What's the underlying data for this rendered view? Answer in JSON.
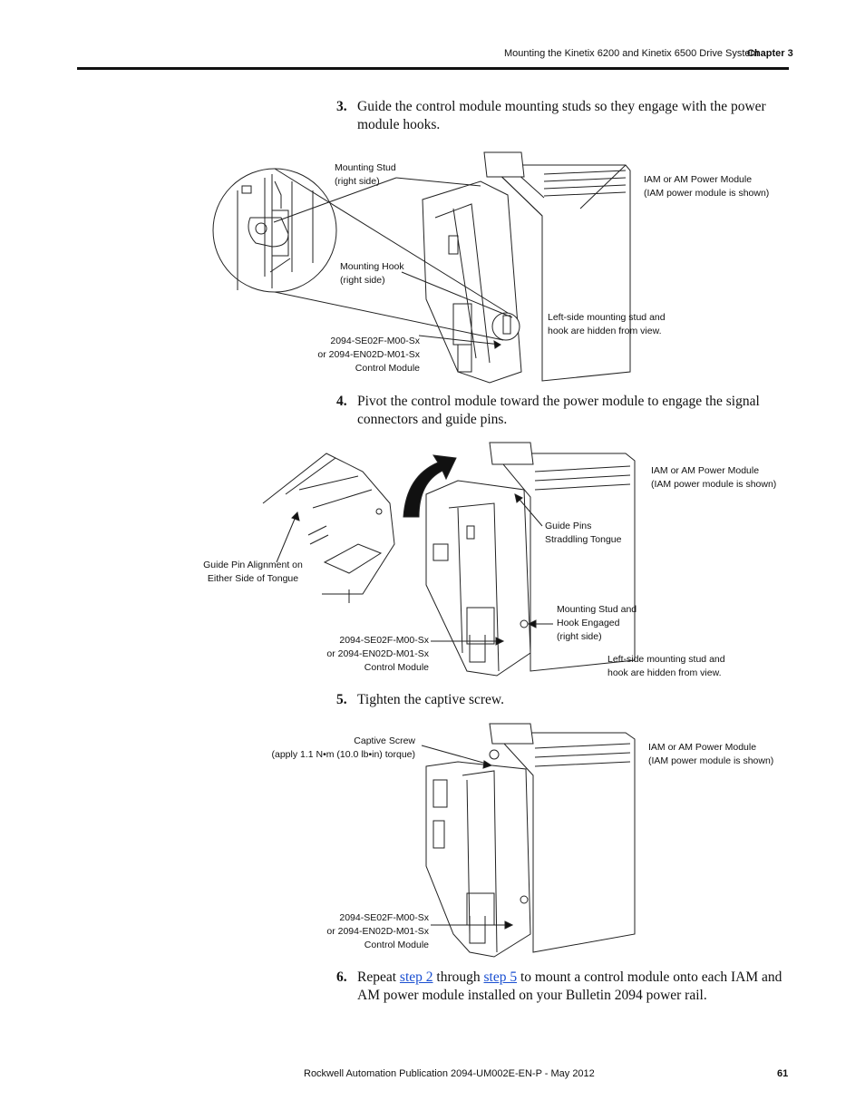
{
  "header": {
    "title": "Mounting the Kinetix 6200 and Kinetix 6500 Drive System",
    "chapter": "Chapter 3"
  },
  "step3": {
    "num": "3.",
    "text": "Guide the control module mounting studs so they engage with the power module hooks."
  },
  "fig1": {
    "stud_line1": "Mounting Stud",
    "stud_line2": "(right side)",
    "hook_line1": "Mounting Hook",
    "hook_line2": "(right side)",
    "power_line1": "IAM or AM Power Module",
    "power_line2": "(IAM power module is shown)",
    "hidden_line1": "Left-side mounting stud and",
    "hidden_line2": "hook are hidden from view.",
    "ctrl_line1": "2094-SE02F-M00-Sx",
    "ctrl_line2": "or 2094-EN02D-M01-Sx",
    "ctrl_line3": "Control Module"
  },
  "step4": {
    "num": "4.",
    "text": "Pivot the control module toward the power module to engage the signal connectors and guide pins."
  },
  "fig2": {
    "align_line1": "Guide Pin Alignment on",
    "align_line2": "Either Side of Tongue",
    "power_line1": "IAM or AM Power Module",
    "power_line2": "(IAM power module is shown)",
    "guide_line1": "Guide Pins",
    "guide_line2": "Straddling Tongue",
    "engaged_line1": "Mounting Stud and",
    "engaged_line2": "Hook Engaged",
    "engaged_line3": "(right side)",
    "hidden_line1": "Left-side mounting stud and",
    "hidden_line2": "hook are hidden from view.",
    "ctrl_line1": "2094-SE02F-M00-Sx",
    "ctrl_line2": "or 2094-EN02D-M01-Sx",
    "ctrl_line3": "Control Module"
  },
  "step5": {
    "num": "5.",
    "text": "Tighten the captive screw."
  },
  "fig3": {
    "screw_line1": "Captive Screw",
    "screw_line2": "(apply 1.1 N•m (10.0 lb•in) torque)",
    "power_line1": "IAM or AM Power Module",
    "power_line2": "(IAM power module is shown)",
    "ctrl_line1": "2094-SE02F-M00-Sx",
    "ctrl_line2": "or 2094-EN02D-M01-Sx",
    "ctrl_line3": "Control Module"
  },
  "step6": {
    "num": "6.",
    "pre": "Repeat ",
    "link1": "step 2",
    "mid": " through ",
    "link2": "step 5",
    "post": " to mount a control module onto each IAM and AM power module installed on your Bulletin 2094 power rail."
  },
  "footer": {
    "publication": "Rockwell Automation Publication 2094-UM002E-EN-P - May 2012",
    "page": "61"
  }
}
